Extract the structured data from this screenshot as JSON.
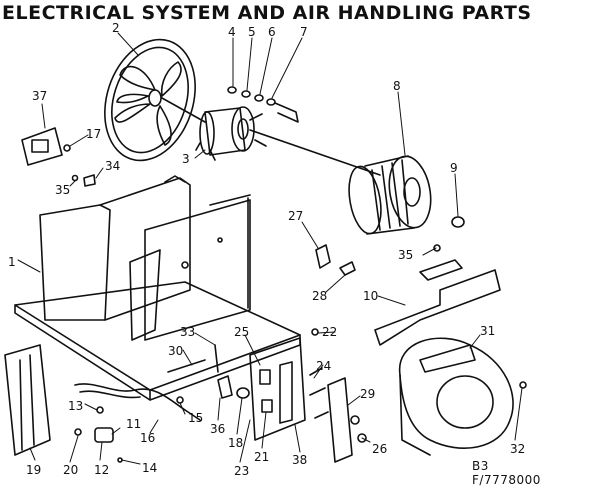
{
  "title": "ELECTRICAL SYSTEM AND AIR HANDLING PARTS",
  "callouts": [
    "2",
    "4",
    "5",
    "6",
    "7",
    "37",
    "17",
    "34",
    "35",
    "3",
    "8",
    "9",
    "27",
    "35",
    "28",
    "10",
    "1",
    "33",
    "25",
    "22",
    "30",
    "24",
    "31",
    "29",
    "13",
    "11",
    "15",
    "16",
    "36",
    "18",
    "21",
    "26",
    "32",
    "19",
    "20",
    "12",
    "14",
    "23",
    "38"
  ],
  "ref_page": "B3",
  "ref_number": "F/7778000"
}
